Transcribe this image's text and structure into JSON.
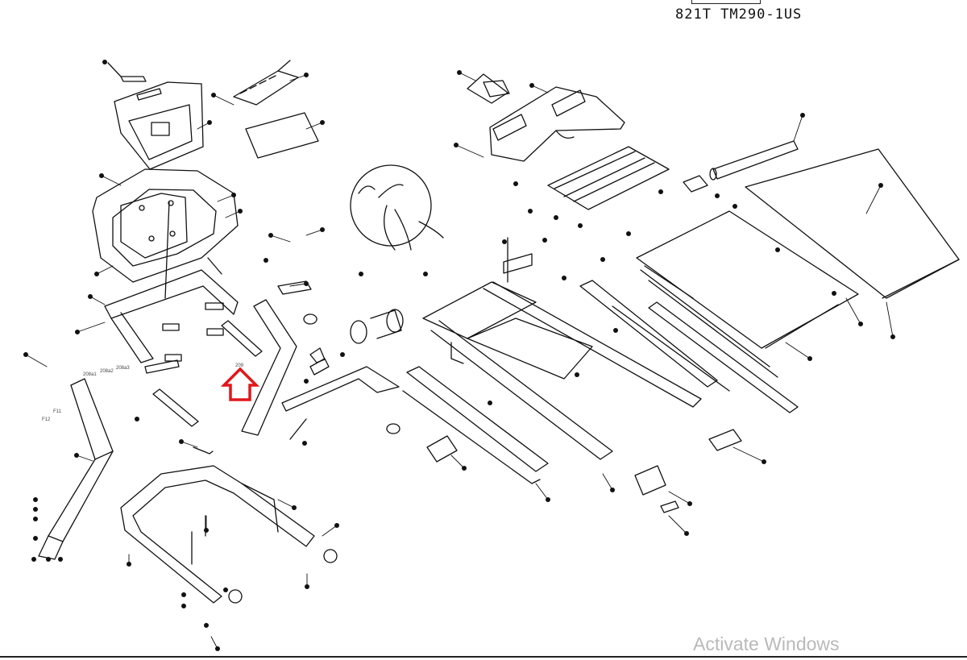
{
  "header": {
    "model_code": "821T  TM290-1US"
  },
  "callouts": [
    {
      "label": "209"
    },
    {
      "label": "208a1"
    },
    {
      "label": "208a2"
    },
    {
      "label": "208a3"
    },
    {
      "label": "F11"
    },
    {
      "label": "F12"
    }
  ],
  "highlight": {
    "color": "#e0161b",
    "icon": "up-arrow-icon"
  },
  "watermark": {
    "text": "Activate Windows"
  }
}
